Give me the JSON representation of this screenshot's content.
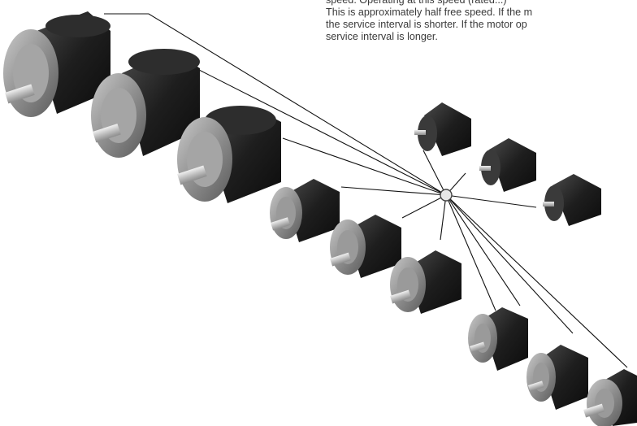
{
  "caption": {
    "lines": [
      "speed. Operating at this speed (rated...)",
      "This is approximately half free speed. If the m",
      "the service interval is shorter. If the motor op",
      "service interval is longer."
    ]
  },
  "figure": {
    "description_items": [
      "large-motor",
      "large-motor",
      "large-motor",
      "medium-motor",
      "medium-motor",
      "medium-motor",
      "small-motor",
      "small-motor",
      "small-motor",
      "small-motor",
      "small-motor",
      "small-motor"
    ]
  }
}
